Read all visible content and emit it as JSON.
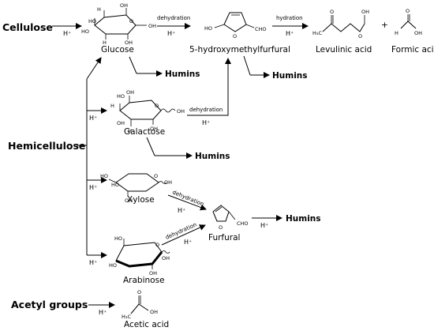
{
  "sources": {
    "cellulose": "Cellulose",
    "hemicellulose": "Hemicellulose",
    "acetyl": "Acetyl groups"
  },
  "catalyst": "H⁺",
  "steps": {
    "dehydration": "dehydration",
    "hydration": "hydration"
  },
  "compounds": {
    "glucose": "Glucose",
    "hmf": "5-hydroxymethylfurfural",
    "levulinic": "Levulinic acid",
    "formic": "Formic acid",
    "galactose": "Galactose",
    "xylose": "Xylose",
    "arabinose": "Arabinose",
    "furfural": "Furfural",
    "acetic": "Acetic acid",
    "plus": "+"
  },
  "humins": "Humins",
  "atoms": {
    "oh": "OH",
    "ho": "HO",
    "h": "H",
    "o": "O",
    "cho": "CHO",
    "h3c": "H₃C"
  }
}
